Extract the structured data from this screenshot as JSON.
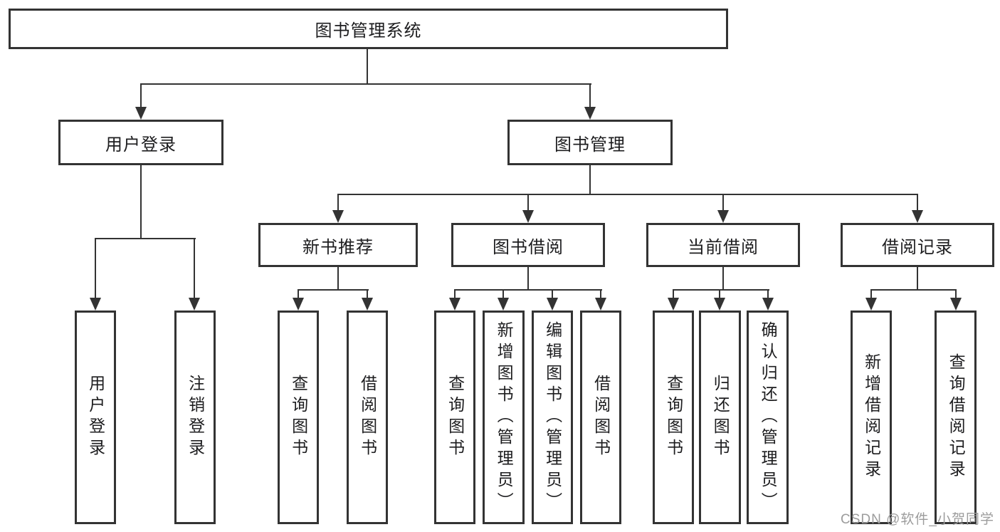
{
  "diagram": {
    "root": "图书管理系统",
    "branches": [
      {
        "label": "用户登录",
        "children": [
          "用户登录",
          "注销登录"
        ]
      },
      {
        "label": "图书管理",
        "groups": [
          {
            "label": "新书推荐",
            "children": [
              "查询图书",
              "借阅图书"
            ]
          },
          {
            "label": "图书借阅",
            "children": [
              "查询图书",
              "新增图书（管理员）",
              "编辑图书（管理员）",
              "借阅图书"
            ]
          },
          {
            "label": "当前借阅",
            "children": [
              "查询图书",
              "归还图书",
              "确认归还（管理员）"
            ]
          },
          {
            "label": "借阅记录",
            "children": [
              "新增借阅记录",
              "查询借阅记录"
            ]
          }
        ]
      }
    ]
  },
  "watermark": "CSDN @软件_小贺同学",
  "colors": {
    "line": "#333333",
    "text": "#1d1d1f",
    "watermark": "#9c9c9c",
    "background": "#ffffff"
  }
}
